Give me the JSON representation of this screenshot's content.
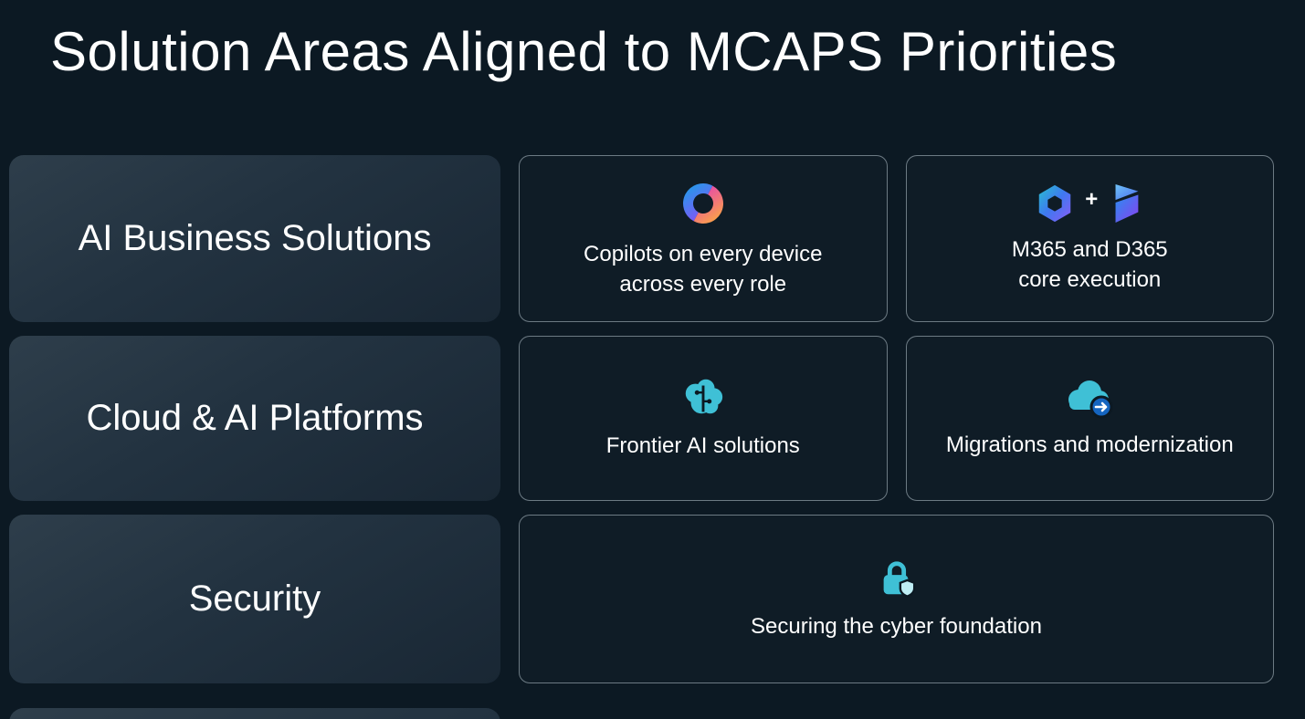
{
  "title": "Solution Areas Aligned to MCAPS Priorities",
  "colors": {
    "background": "#0C1923",
    "area_card_gradient_top": "#2e3e4b",
    "area_card_gradient_bottom": "#192734",
    "outline_card_border": "#b9c8d2",
    "accent_teal": "#3fc0d6",
    "text": "#ffffff"
  },
  "icons": {
    "copilot": "copilot-icon",
    "m365": "m365-icon",
    "d365": "d365-icon",
    "ai_brain": "ai-brain-icon",
    "cloud_migration": "cloud-migration-icon",
    "lock_shield": "lock-shield-icon"
  },
  "rows": {
    "ai_business": {
      "label": "AI Business Solutions",
      "card1": {
        "icon": "copilot-icon",
        "label": "Copilots on every device\nacross every role"
      },
      "card2": {
        "icon": "m365-plus-d365",
        "plus": "+",
        "label": "M365 and D365\ncore execution"
      }
    },
    "cloud_ai": {
      "label": "Cloud & AI Platforms",
      "card1": {
        "icon": "ai-brain-icon",
        "label": "Frontier AI solutions"
      },
      "card2": {
        "icon": "cloud-migration-icon",
        "label": "Migrations and modernization"
      }
    },
    "security": {
      "label": "Security",
      "card1": {
        "icon": "lock-shield-icon",
        "label": "Securing the cyber foundation"
      }
    }
  }
}
